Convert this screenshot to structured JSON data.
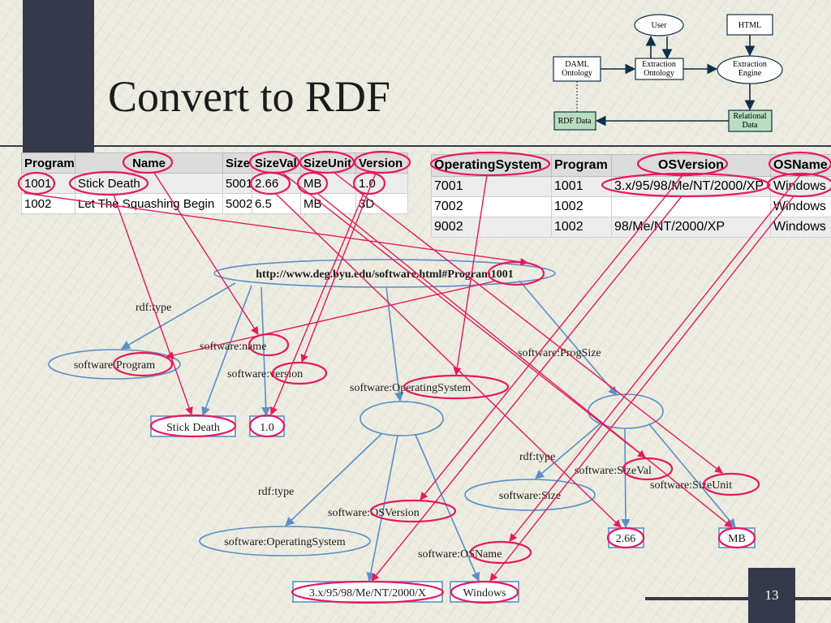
{
  "slide": {
    "title": "Convert to RDF",
    "number": "13"
  },
  "flow": {
    "user": "User",
    "html": "HTML",
    "daml": "DAML\nOntology",
    "extraction_ontology": "Extraction\nOntology",
    "extraction_engine": "Extraction\nEngine",
    "rdf_data": "RDF Data",
    "relational_data": "Relational\nData"
  },
  "program_table": {
    "headers": [
      "Program",
      "Name",
      "Size",
      "SizeVal",
      "SizeUnit",
      "Version"
    ],
    "rows": [
      [
        "1001",
        "Stick Death",
        "5001",
        "2.66",
        "MB",
        "1.0"
      ],
      [
        "1002",
        "Let The Squashing Begin",
        "5002",
        "6.5",
        "MB",
        "3D"
      ]
    ]
  },
  "os_table": {
    "headers": [
      "OperatingSystem",
      "Program",
      "OSVersion",
      "OSName"
    ],
    "rows": [
      [
        "7001",
        "1001",
        "3.x/95/98/Me/NT/2000/XP",
        "Windows"
      ],
      [
        "7002",
        "1002",
        "",
        "Windows"
      ],
      [
        "9002",
        "1002",
        "98/Me/NT/2000/XP",
        "Windows"
      ]
    ]
  },
  "graph": {
    "uri": "http://www.deg.byu.edu/software.html#Program1001",
    "rdf_type_1": "rdf:type",
    "rdf_type_2": "rdf:type",
    "rdf_type_3": "rdf:type",
    "software_program": "software:Program",
    "software_name": "software:name",
    "software_version": "software:version",
    "software_progsize": "software:ProgSize",
    "software_operatingsystem": "software:OperatingSystem",
    "stick_death": "Stick Death",
    "version_value": "1.0",
    "software_sizeval": "software:SizeVal",
    "software_sizeunit": "software:SizeUnit",
    "software_size": "software:Size",
    "software_osversion": "software:OSVersion",
    "software_osname": "software:OSName",
    "software_operatingsystem_class": "software:OperatingSystem",
    "size_value": "2.66",
    "unit_value": "MB",
    "os_version_value": "3.x/95/98/Me/NT/2000/X",
    "os_name_value": "Windows"
  },
  "colors": {
    "blue": "#5b8fc8",
    "pink": "#e8195c",
    "ink": "#1c1c1c"
  }
}
